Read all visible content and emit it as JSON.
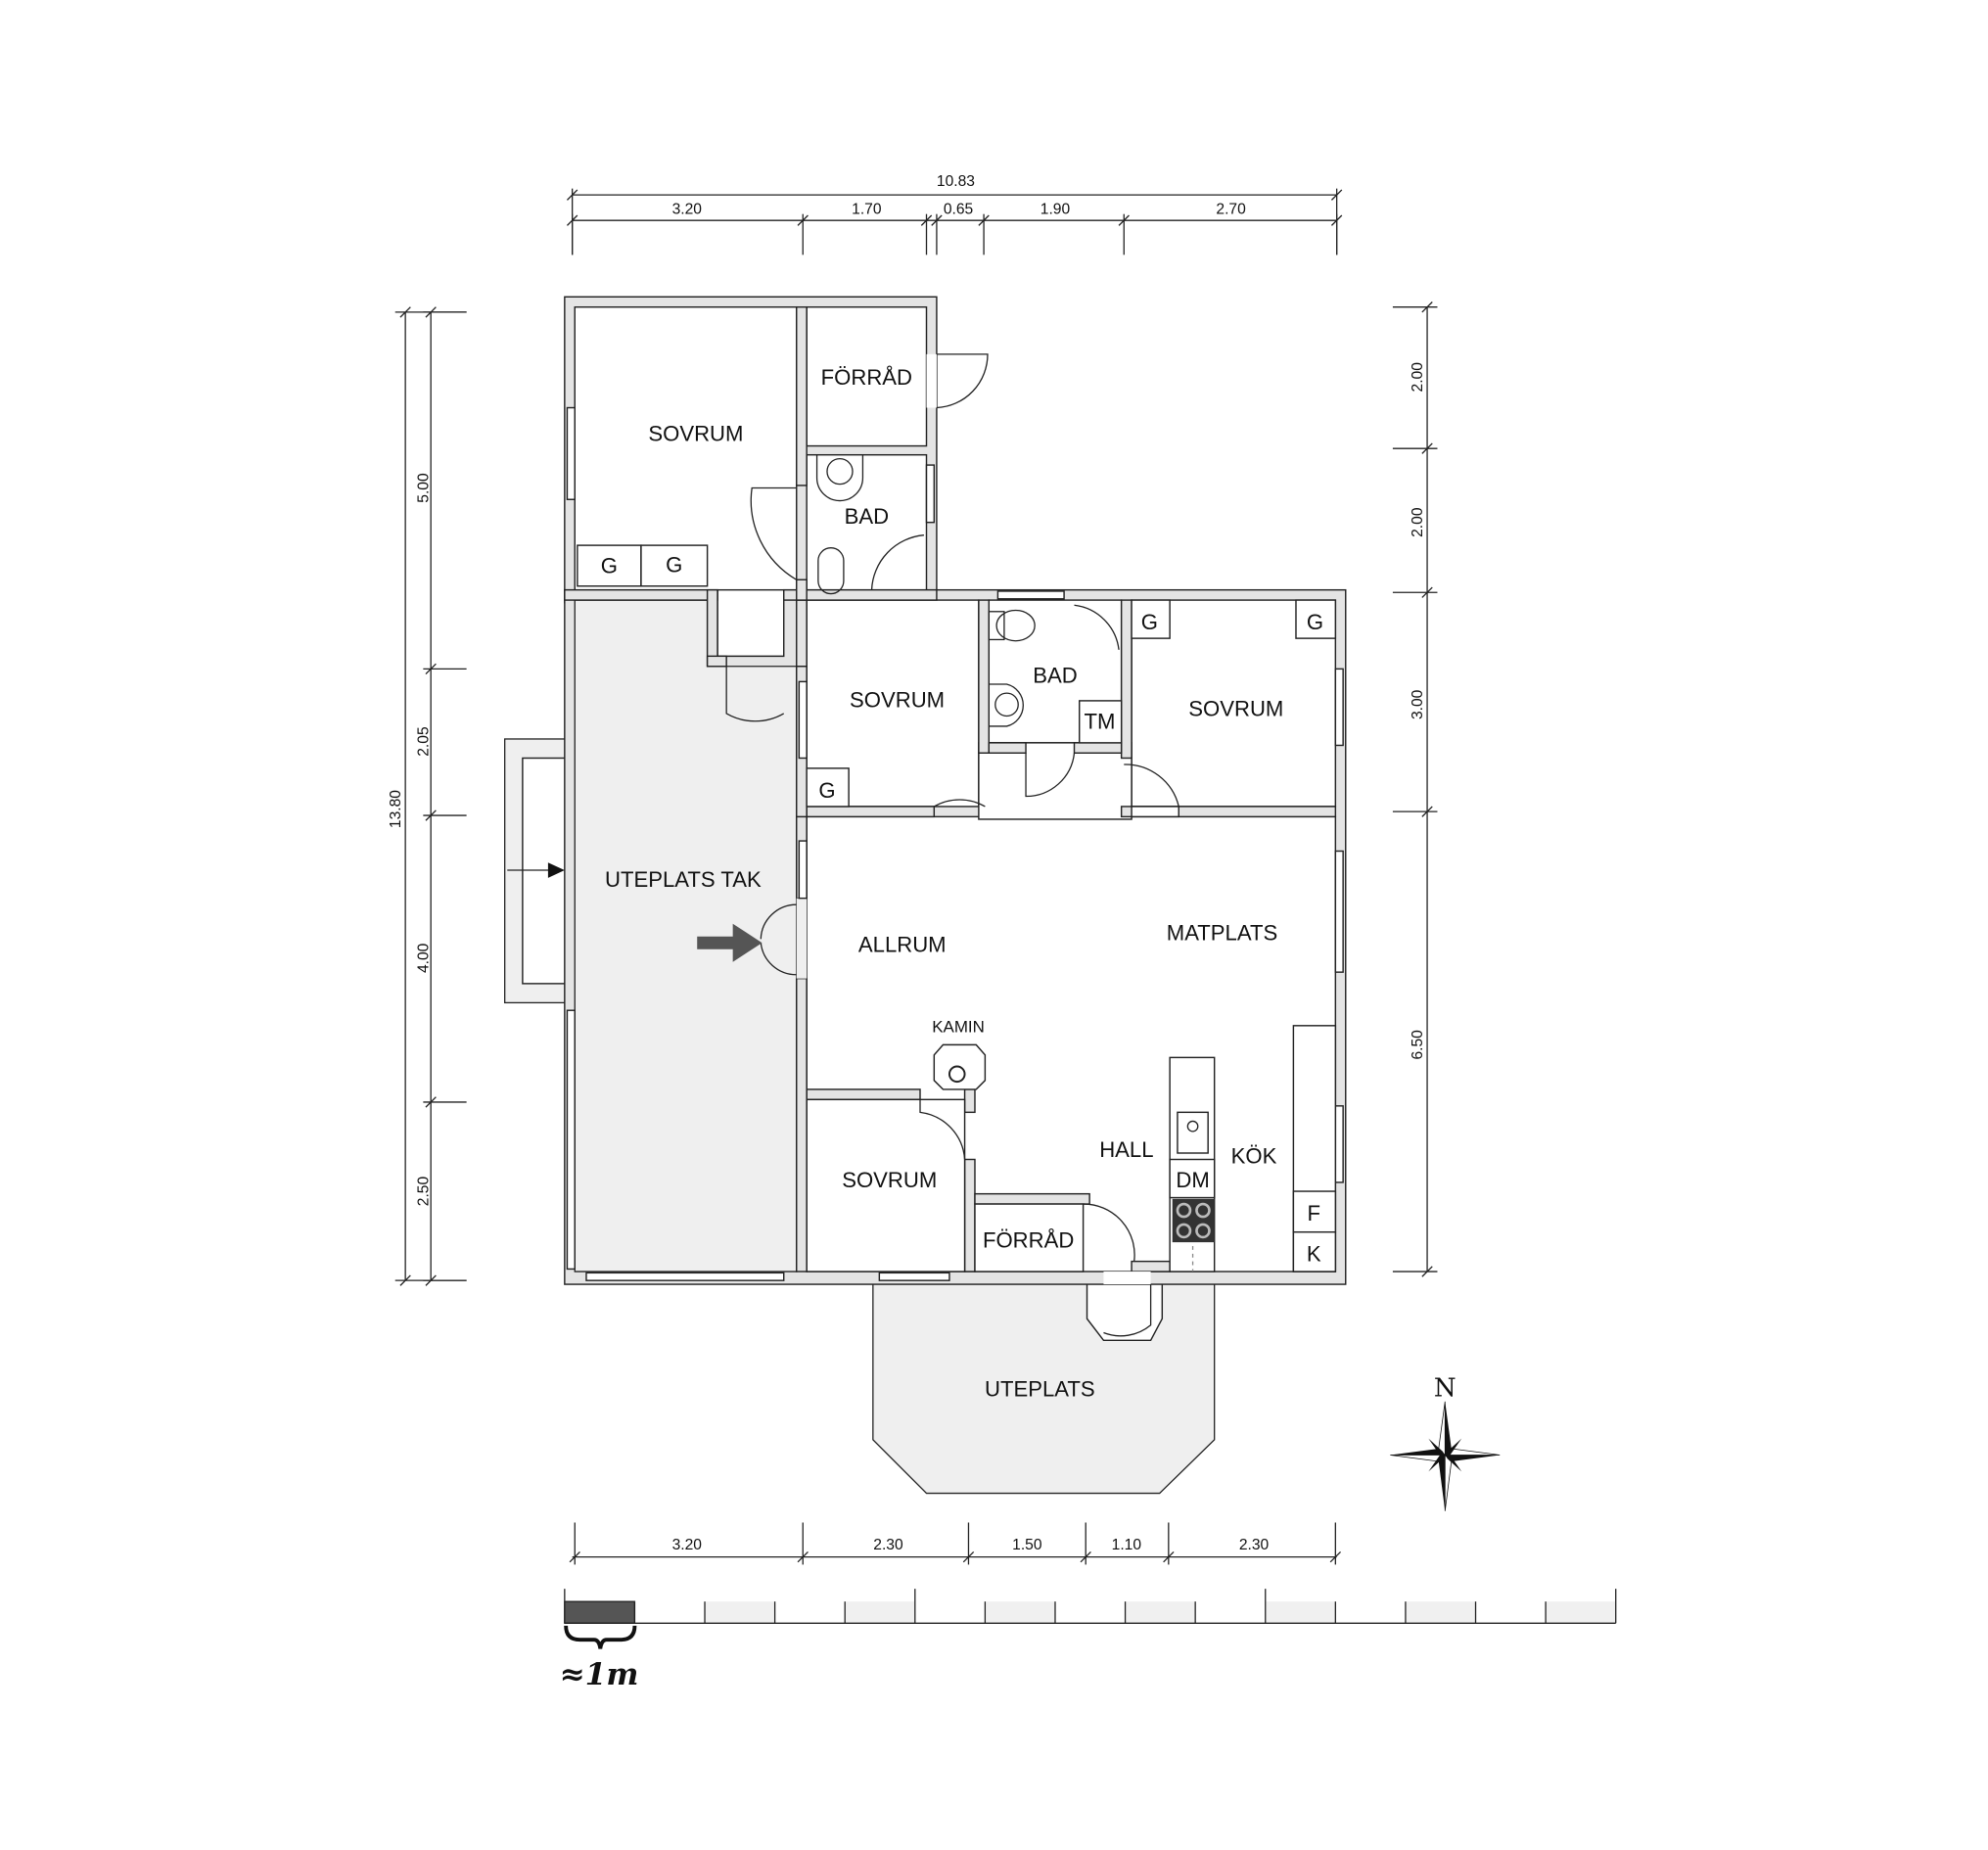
{
  "rooms": {
    "sovrum_nw": "SOVRUM",
    "forrad_n": "FÖRRÅD",
    "bad_n": "BAD",
    "sovrum_mid": "SOVRUM",
    "bad_mid": "BAD",
    "tm": "TM",
    "sovrum_ne": "SOVRUM",
    "uteplats_tak": "UTEPLATS TAK",
    "allrum": "ALLRUM",
    "matplats": "MATPLATS",
    "kamin": "KAMIN",
    "hall": "HALL",
    "kok": "KÖK",
    "sovrum_s": "SOVRUM",
    "forrad_s": "FÖRRÅD",
    "uteplats": "UTEPLATS",
    "dm": "DM",
    "f": "F",
    "k": "K",
    "g": "G"
  },
  "dimensions": {
    "top_total": "10.83",
    "top": [
      "3.20",
      "1.70",
      "0.65",
      "1.90",
      "2.70"
    ],
    "left_total": "13.80",
    "left": [
      "5.00",
      "2.05",
      "4.00",
      "2.50"
    ],
    "right": [
      "2.00",
      "2.00",
      "3.00",
      "6.50"
    ],
    "bottom": [
      "3.20",
      "2.30",
      "1.50",
      "1.10",
      "2.30"
    ]
  },
  "compass": {
    "north_label": "N"
  },
  "scale": {
    "label": "≈1m",
    "segments": 15
  }
}
